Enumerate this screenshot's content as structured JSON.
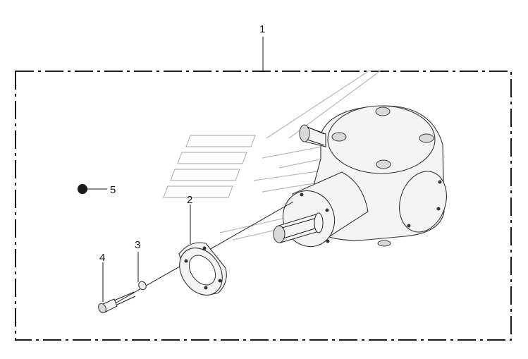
{
  "callouts": [
    {
      "id": "1",
      "text": "1"
    },
    {
      "id": "2",
      "text": "2"
    },
    {
      "id": "3",
      "text": "3"
    },
    {
      "id": "4",
      "text": "4"
    },
    {
      "id": "5",
      "text": "5"
    }
  ],
  "colors": {
    "line": "#1a1a1a",
    "part_fill": "#f4f4f4",
    "shadow_fill": "#d9d9d9",
    "watermark": "#b8b8b8"
  }
}
